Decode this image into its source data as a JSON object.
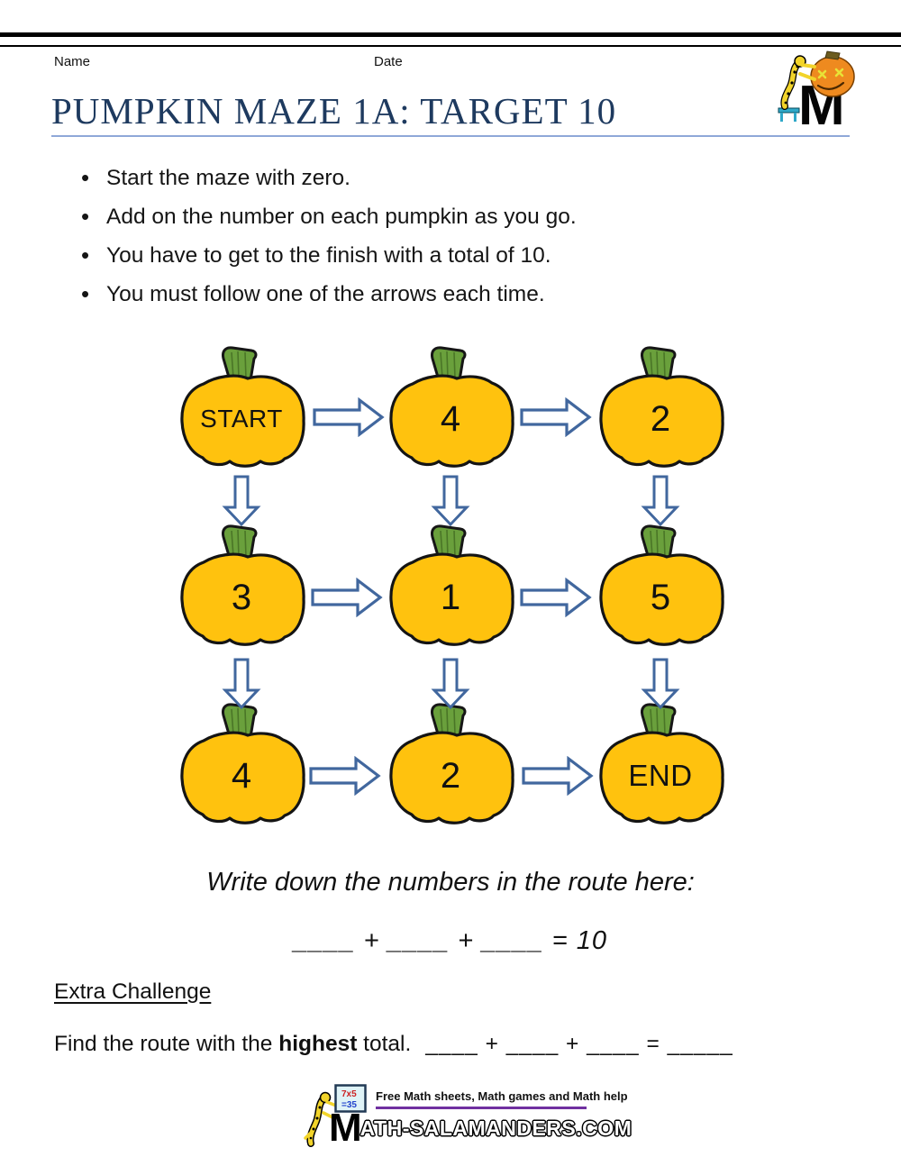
{
  "header": {
    "name_label": "Name",
    "date_label": "Date",
    "title": "PUMPKIN MAZE 1A: TARGET 10"
  },
  "instructions": [
    "Start the maze with zero.",
    "Add on the number on each pumpkin as you go.",
    "You have to get to the finish with a total of 10.",
    "You must follow one of the arrows each time."
  ],
  "maze": {
    "cells": [
      {
        "label": "START"
      },
      {
        "label": "4"
      },
      {
        "label": "2"
      },
      {
        "label": "3"
      },
      {
        "label": "1"
      },
      {
        "label": "5"
      },
      {
        "label": "4"
      },
      {
        "label": "2"
      },
      {
        "label": "END"
      }
    ]
  },
  "route": {
    "prompt": "Write down the numbers in the route here:",
    "equation": "____ + ____ + ____ = 10"
  },
  "extra_challenge": {
    "heading": "Extra Challenge",
    "prefix": "Find the route with the ",
    "bold_word": "highest",
    "suffix": " total.",
    "equation": "____ + ____ + ____ = _____"
  },
  "footer": {
    "tagline": "Free Math sheets, Math games and Math help",
    "wordmark_initial": "M",
    "wordmark_rest": "ATH-SALAMANDERS.COM",
    "board_line1": "7x5",
    "board_line2": "=35"
  },
  "colors": {
    "title": "#1E3A5F",
    "title_rule": "#8FA8D8",
    "pumpkin_fill": "#FFC20E",
    "stem_green": "#6AA03C",
    "arrow_blue": "#41679E",
    "tagline_rule_purple": "#7030A0"
  }
}
